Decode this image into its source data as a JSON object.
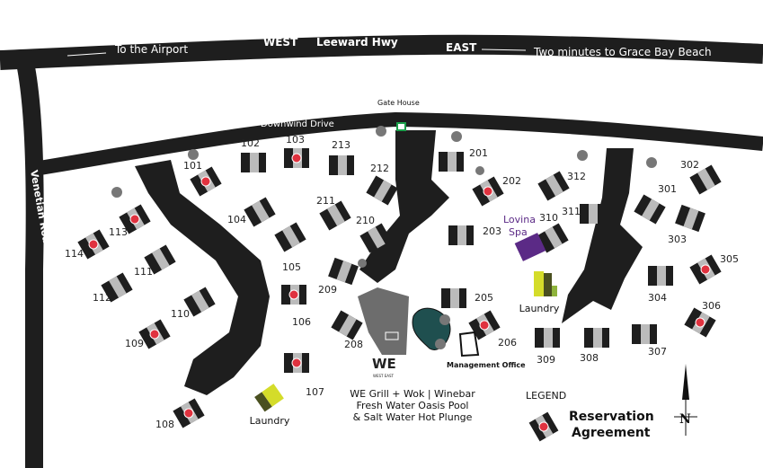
{
  "roads": {
    "highway": "Leeward Hwy",
    "west": "WEST",
    "east": "EAST",
    "to_airport": "To the Airport",
    "to_beach": "Two minutes to Grace Bay Beach",
    "downwind": "Downwind Drive",
    "venetian": "Venetian Road"
  },
  "places": {
    "gate_house": "Gate House",
    "management_office": "Management Office",
    "spa_line1": "Lovina",
    "spa_line2": "Spa",
    "laundry_east": "Laundry",
    "laundry_west": "Laundry",
    "restaurant_logo": "WE WEST EAST",
    "amenities": [
      "WE Grill + Wok | Winebar",
      "Fresh Water Oasis Pool",
      "& Salt Water Hot Plunge"
    ]
  },
  "legend": {
    "title": "LEGEND",
    "line1": "Reservation",
    "line2": "Agreement",
    "north": "N"
  },
  "colors": {
    "road": "#1e1e1e",
    "reservation_dot": "#e0323f",
    "spa": "#5b2a86",
    "laundry": "#d4dc2a",
    "pool": "#1f4f4f"
  },
  "units": [
    {
      "id": "101",
      "reservation": true
    },
    {
      "id": "102",
      "reservation": false
    },
    {
      "id": "103",
      "reservation": true
    },
    {
      "id": "104",
      "reservation": false
    },
    {
      "id": "105",
      "reservation": false
    },
    {
      "id": "106",
      "reservation": true
    },
    {
      "id": "107",
      "reservation": true
    },
    {
      "id": "108",
      "reservation": true
    },
    {
      "id": "109",
      "reservation": true
    },
    {
      "id": "110",
      "reservation": false
    },
    {
      "id": "111",
      "reservation": false
    },
    {
      "id": "112",
      "reservation": false
    },
    {
      "id": "113",
      "reservation": true
    },
    {
      "id": "114",
      "reservation": true
    },
    {
      "id": "201",
      "reservation": false
    },
    {
      "id": "202",
      "reservation": true
    },
    {
      "id": "203",
      "reservation": false
    },
    {
      "id": "205",
      "reservation": false
    },
    {
      "id": "206",
      "reservation": true
    },
    {
      "id": "208",
      "reservation": false
    },
    {
      "id": "209",
      "reservation": false
    },
    {
      "id": "210",
      "reservation": false
    },
    {
      "id": "211",
      "reservation": false
    },
    {
      "id": "212",
      "reservation": false
    },
    {
      "id": "213",
      "reservation": false
    },
    {
      "id": "301",
      "reservation": false
    },
    {
      "id": "302",
      "reservation": false
    },
    {
      "id": "303",
      "reservation": false
    },
    {
      "id": "304",
      "reservation": false
    },
    {
      "id": "305",
      "reservation": true
    },
    {
      "id": "306",
      "reservation": true
    },
    {
      "id": "307",
      "reservation": false
    },
    {
      "id": "308",
      "reservation": false
    },
    {
      "id": "309",
      "reservation": false
    },
    {
      "id": "310",
      "reservation": false
    },
    {
      "id": "311",
      "reservation": false
    },
    {
      "id": "312",
      "reservation": false
    }
  ]
}
